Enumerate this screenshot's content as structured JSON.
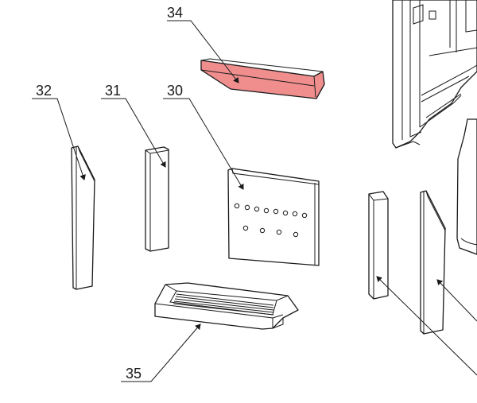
{
  "diagram": {
    "highlight_color": "#f08e8e",
    "line_color": "#1a1a1a",
    "background": "#ffffff",
    "callouts": [
      {
        "id": "part-34",
        "label": "34"
      },
      {
        "id": "part-32",
        "label": "32"
      },
      {
        "id": "part-31",
        "label": "31"
      },
      {
        "id": "part-30",
        "label": "30"
      },
      {
        "id": "part-35",
        "label": "35"
      }
    ]
  }
}
